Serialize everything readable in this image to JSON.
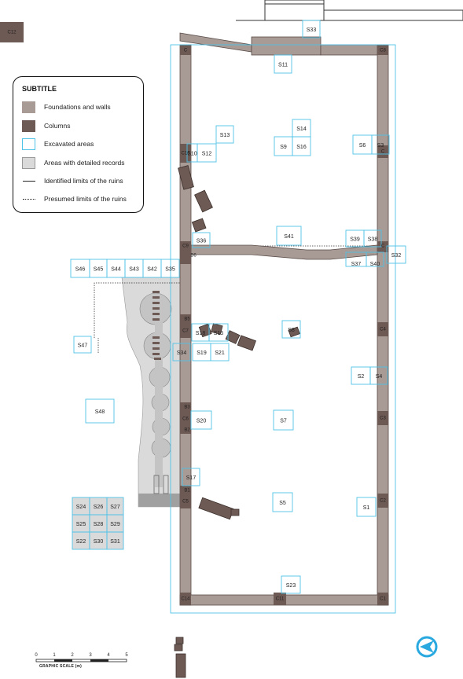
{
  "legend": {
    "title": "SUBTITLE",
    "items": [
      {
        "label": "Foundations and walls",
        "kind": "foundation"
      },
      {
        "label": "Columns",
        "kind": "column"
      },
      {
        "label": "Excavated areas",
        "kind": "excavated"
      },
      {
        "label": "Areas with detailed records",
        "kind": "detailed"
      },
      {
        "label": "Identified limits of the ruins",
        "kind": "solid-line"
      },
      {
        "label": "Presumed limits of the ruins",
        "kind": "dotted-line"
      }
    ]
  },
  "colors": {
    "foundation": "#a89a95",
    "column": "#6e5a54",
    "excavated": "#4fc3e8",
    "detailed": "#dadada",
    "north_arrow": "#29a9e0"
  },
  "scale": {
    "title": "GRAPHIC SCALE (m)",
    "ticks": [
      "0",
      "1",
      "2",
      "3",
      "4",
      "5"
    ]
  },
  "columns": {
    "C12": "C12",
    "C": "C",
    "C8": "C8",
    "C10": "C10",
    "C9": "C9",
    "B6": "B6",
    "B5": "B5",
    "C7": "C7",
    "B3": "B3",
    "C6": "C6",
    "B2": "B2",
    "B1": "B1",
    "C5": "C5",
    "C14": "C14",
    "C11": "C11",
    "C1": "C1",
    "C2": "C2",
    "C3": "C3",
    "C4": "C4"
  },
  "sectors": [
    "S33",
    "S11",
    "S13",
    "S14",
    "S9",
    "S16",
    "S6",
    "S3",
    "S12",
    "S10",
    "S36",
    "S41",
    "S39",
    "S38",
    "S32",
    "S37",
    "S40",
    "S46",
    "S45",
    "S44",
    "S43",
    "S42",
    "S35",
    "S47",
    "S8",
    "S18",
    "S15",
    "S34",
    "S19",
    "S21",
    "S2",
    "S4",
    "S48",
    "S20",
    "S7",
    "S17",
    "S5",
    "S1",
    "S24",
    "S26",
    "S27",
    "S25",
    "S28",
    "S29",
    "S22",
    "S30",
    "S31",
    "S23"
  ]
}
